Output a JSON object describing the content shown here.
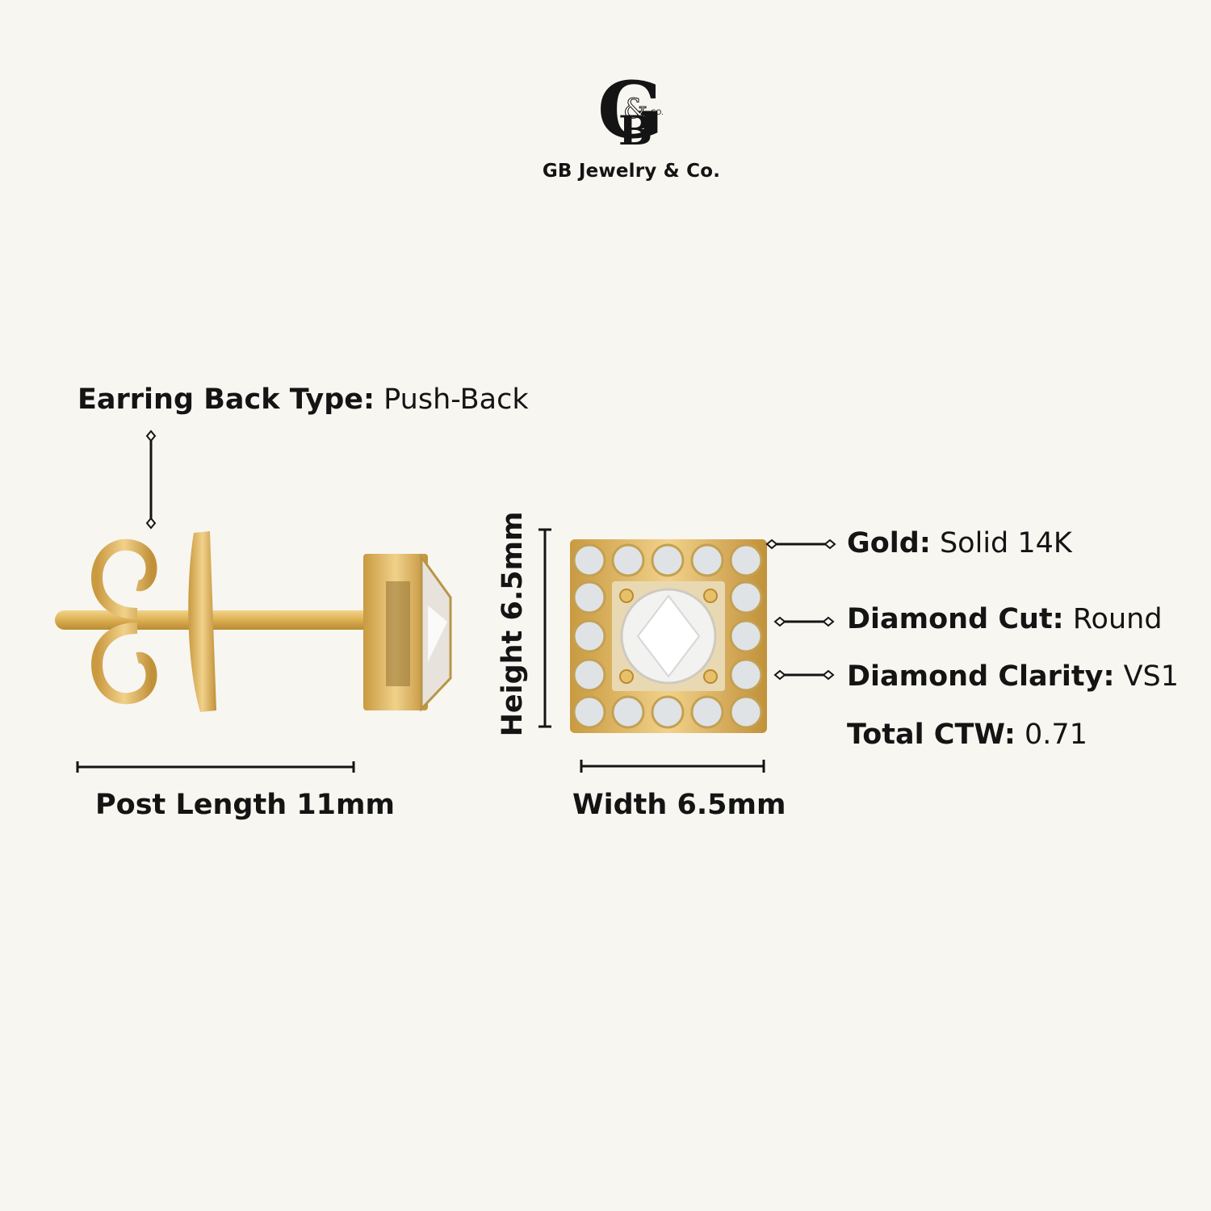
{
  "brand": {
    "name": "GB Jewelry & Co.",
    "logo_text": "G&B Co.",
    "logo_icon": "monogram-logo"
  },
  "specs": {
    "back_type": {
      "label": "Earring Back Type:",
      "value": "Push-Back"
    },
    "gold": {
      "label": "Gold:",
      "value": "Solid 14K"
    },
    "cut": {
      "label": "Diamond Cut:",
      "value": "Round"
    },
    "clarity": {
      "label": "Diamond Clarity:",
      "value": "VS1"
    },
    "ctw": {
      "label": "Total CTW:",
      "value": "0.71"
    }
  },
  "dimensions": {
    "post_length": "Post Length 11mm",
    "height": "Height 6.5mm",
    "width": "Width 6.5mm"
  },
  "colors": {
    "background": "#f8f6f1",
    "gold": "#e0b85a",
    "text": "#141414"
  }
}
